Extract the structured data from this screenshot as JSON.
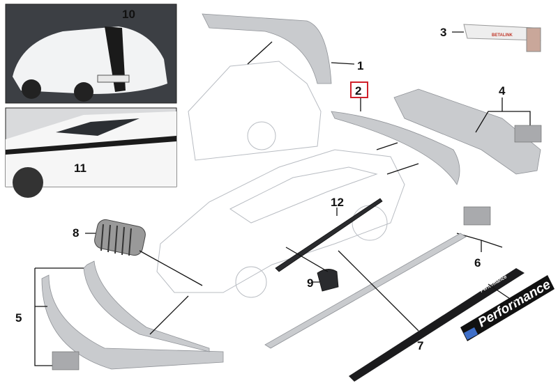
{
  "diagram": {
    "callouts": [
      {
        "number": "1",
        "part": "rear-roof-spoiler"
      },
      {
        "number": "2",
        "part": "trunk-lid-spoiler",
        "highlighted": true
      },
      {
        "number": "3",
        "part": "adhesive-kit"
      },
      {
        "number": "4",
        "part": "rear-diffuser"
      },
      {
        "number": "5",
        "part": "front-splitter"
      },
      {
        "number": "6",
        "part": "side-skirt-attachment"
      },
      {
        "number": "7",
        "part": "door-sill-strip"
      },
      {
        "number": "8",
        "part": "kidney-grille"
      },
      {
        "number": "9",
        "part": "mirror-cap"
      },
      {
        "number": "10",
        "part": "hood-stripe"
      },
      {
        "number": "11",
        "part": "side-stripe"
      },
      {
        "number": "12",
        "part": "side-trim"
      }
    ],
    "sill_text": "Performance",
    "highlight_color": "#d0202a",
    "box_label": "BETALINK"
  }
}
